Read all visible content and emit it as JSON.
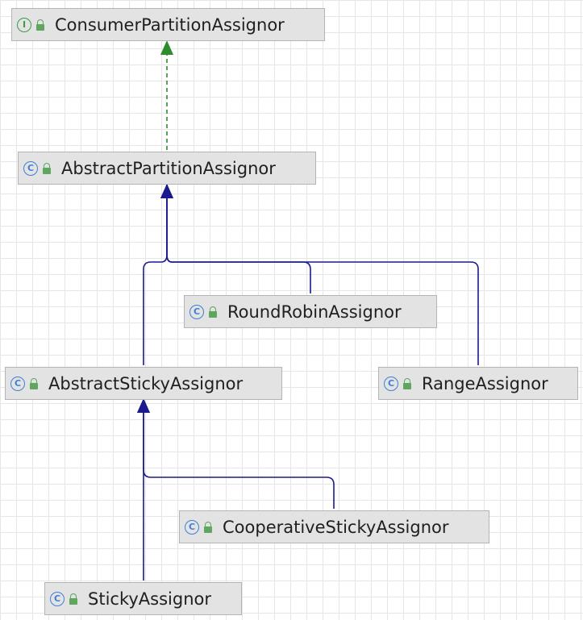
{
  "diagram": {
    "nodes": [
      {
        "id": "consumer_partition_assignor",
        "label": "ConsumerPartitionAssignor",
        "kind": "interface",
        "kind_glyph": "I",
        "visibility_icon": "lock-open-icon"
      },
      {
        "id": "abstract_partition_assignor",
        "label": "AbstractPartitionAssignor",
        "kind": "abstract-class",
        "kind_glyph": "C",
        "visibility_icon": "lock-open-icon"
      },
      {
        "id": "round_robin_assignor",
        "label": "RoundRobinAssignor",
        "kind": "class",
        "kind_glyph": "C",
        "visibility_icon": "lock-open-icon"
      },
      {
        "id": "abstract_sticky_assignor",
        "label": "AbstractStickyAssignor",
        "kind": "abstract-class",
        "kind_glyph": "C",
        "visibility_icon": "lock-open-icon"
      },
      {
        "id": "range_assignor",
        "label": "RangeAssignor",
        "kind": "class",
        "kind_glyph": "C",
        "visibility_icon": "lock-open-icon"
      },
      {
        "id": "cooperative_sticky_assignor",
        "label": "CooperativeStickyAssignor",
        "kind": "class",
        "kind_glyph": "C",
        "visibility_icon": "lock-open-icon"
      },
      {
        "id": "sticky_assignor",
        "label": "StickyAssignor",
        "kind": "class",
        "kind_glyph": "C",
        "visibility_icon": "lock-open-icon"
      }
    ],
    "edges": [
      {
        "from": "abstract_partition_assignor",
        "to": "consumer_partition_assignor",
        "relation": "implements"
      },
      {
        "from": "round_robin_assignor",
        "to": "abstract_partition_assignor",
        "relation": "extends"
      },
      {
        "from": "range_assignor",
        "to": "abstract_partition_assignor",
        "relation": "extends"
      },
      {
        "from": "abstract_sticky_assignor",
        "to": "abstract_partition_assignor",
        "relation": "extends"
      },
      {
        "from": "cooperative_sticky_assignor",
        "to": "abstract_sticky_assignor",
        "relation": "extends"
      },
      {
        "from": "sticky_assignor",
        "to": "abstract_sticky_assignor",
        "relation": "extends"
      }
    ],
    "colors": {
      "implements_edge": "#2e8b2e",
      "extends_edge": "#1a1a8c",
      "class_icon": "#3f7fd6",
      "interface_icon": "#3c9a4a",
      "node_fill": "#e3e3e3",
      "node_border": "#b4b4b4"
    }
  }
}
